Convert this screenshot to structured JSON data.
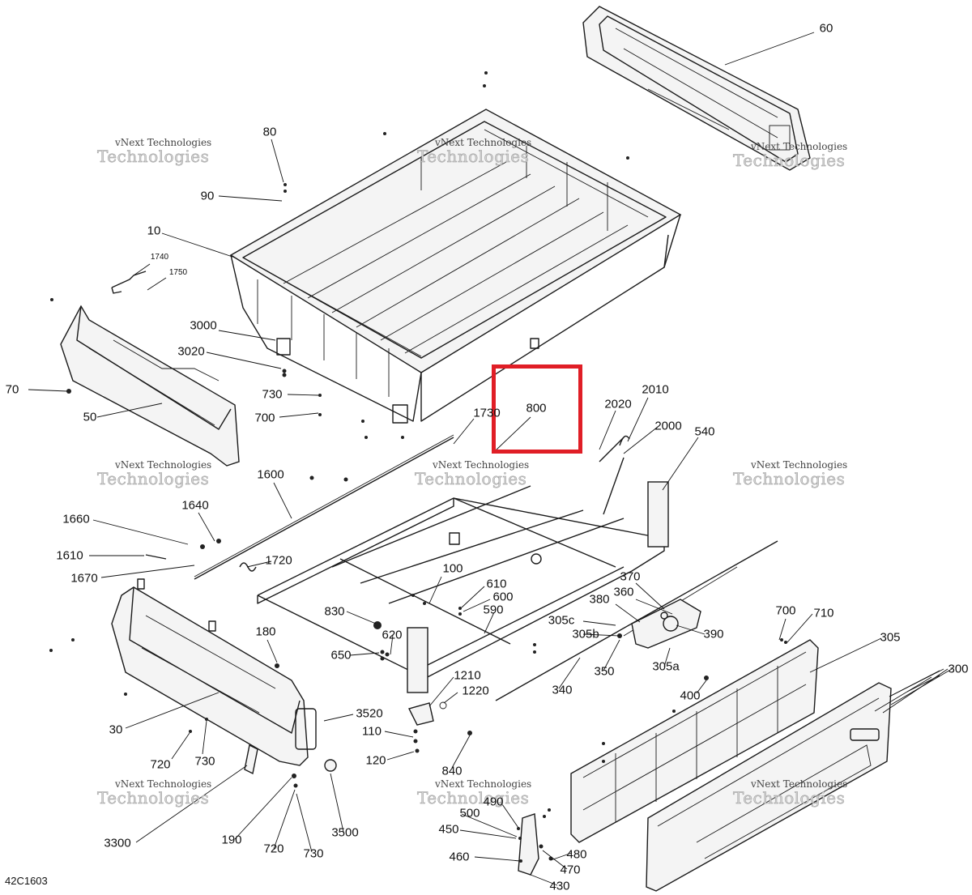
{
  "diagram": {
    "id": "42C1603",
    "watermark": {
      "line1": "vNext Technologies",
      "line2": "Technologies"
    },
    "highlight_color": "#e01e26",
    "callouts": {
      "c60": "60",
      "c80": "80",
      "c90": "90",
      "c10": "10",
      "c1740": "1740",
      "c1750": "1750",
      "c3000": "3000",
      "c3020": "3020",
      "c70": "70",
      "c730a": "730",
      "c700a": "700",
      "c50": "50",
      "c1730": "1730",
      "c800": "800",
      "c2020": "2020",
      "c2010": "2010",
      "c2000": "2000",
      "c540": "540",
      "c1600": "1600",
      "c1660": "1660",
      "c1640": "1640",
      "c1610": "1610",
      "c1720": "1720",
      "c1670": "1670",
      "c100": "100",
      "c610": "610",
      "c600": "600",
      "c590": "590",
      "c370": "370",
      "c360": "360",
      "c380": "380",
      "c305c": "305c",
      "c305b": "305b",
      "c390": "390",
      "c700b": "700",
      "c710": "710",
      "c830": "830",
      "c620": "620",
      "c180": "180",
      "c650": "650",
      "c350": "350",
      "c305a": "305a",
      "c305": "305",
      "c300": "300",
      "c1210": "1210",
      "c1220": "1220",
      "c340": "340",
      "c400": "400",
      "c3520": "3520",
      "c110": "110",
      "c30": "30",
      "c120": "120",
      "c720a": "720",
      "c730b": "730",
      "c840": "840",
      "c490": "490",
      "c500": "500",
      "c450": "450",
      "c3300": "3300",
      "c190": "190",
      "c720b": "720",
      "c730c": "730",
      "c3500": "3500",
      "c480": "480",
      "c460": "460",
      "c470": "470",
      "c430": "430"
    }
  }
}
